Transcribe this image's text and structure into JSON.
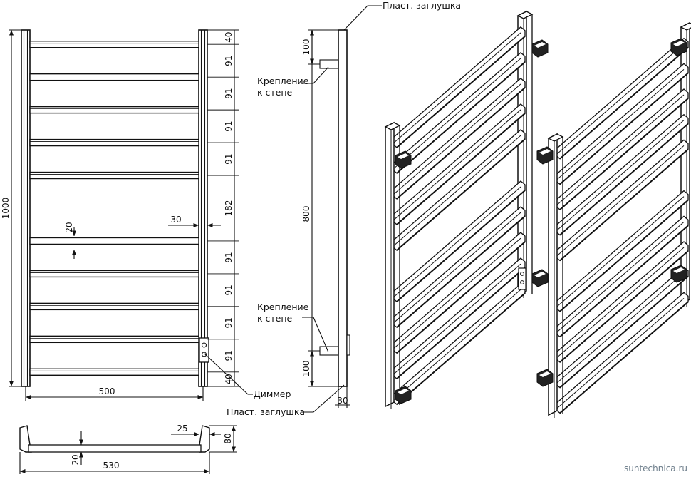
{
  "front_view": {
    "height_dim": "1000",
    "width_dim": "500",
    "spacing_dims": [
      "40",
      "91",
      "91",
      "91",
      "91",
      "182",
      "91",
      "91",
      "91",
      "91",
      "40"
    ],
    "bar_thickness_dim": "20",
    "offset_dim": "30",
    "dimmer_label": "Диммер"
  },
  "side_view": {
    "top_cap_label": "Пласт. заглушка",
    "bottom_cap_label": "Пласт. заглушка",
    "mount_top_label": [
      "Крепление",
      "к стене"
    ],
    "mount_bottom_label": [
      "Крепление",
      "к стене"
    ],
    "top_offset_dim": "100",
    "mount_span_dim": "800",
    "bottom_offset_dim": "100",
    "depth_dim": "30"
  },
  "top_view": {
    "overall_width_dim": "530",
    "rail_dim": "25",
    "depth_dim": "80",
    "tube_dim": "20"
  },
  "watermark": "suntechnica.ru"
}
